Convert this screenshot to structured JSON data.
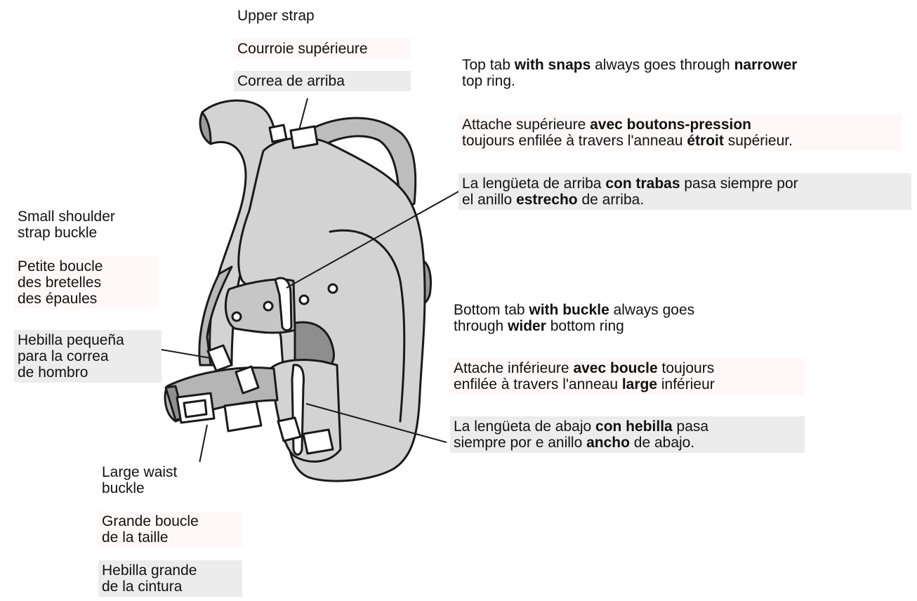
{
  "upper_strap": {
    "en": "Upper strap",
    "fr": "Courroie supérieure",
    "es": "Correa de arriba"
  },
  "top_tab": {
    "en": [
      {
        "t": "Top tab ",
        "b": false
      },
      {
        "t": "with snaps",
        "b": true
      },
      {
        "t": " always goes through ",
        "b": false
      },
      {
        "t": "narrower",
        "b": true
      },
      {
        "t": "\ntop ring.",
        "b": false
      }
    ],
    "fr": [
      {
        "t": "Attache supérieure ",
        "b": false
      },
      {
        "t": "avec boutons-pression",
        "b": true
      },
      {
        "t": "\ntoujours enfilée à travers l'anneau ",
        "b": false
      },
      {
        "t": "étroit",
        "b": true
      },
      {
        "t": " supérieur.",
        "b": false
      }
    ],
    "es": [
      {
        "t": "La lengüeta de arriba ",
        "b": false
      },
      {
        "t": "con trabas",
        "b": true
      },
      {
        "t": " pasa siempre por\nel anillo ",
        "b": false
      },
      {
        "t": "estrecho",
        "b": true
      },
      {
        "t": " de arriba.",
        "b": false
      }
    ]
  },
  "shoulder_buckle": {
    "en": "Small shoulder\nstrap buckle",
    "fr": "Petite boucle\ndes bretelles\ndes épaules",
    "es": "Hebilla pequeña\npara la correa\nde hombro"
  },
  "bottom_tab": {
    "en": [
      {
        "t": "Bottom tab ",
        "b": false
      },
      {
        "t": "with buckle",
        "b": true
      },
      {
        "t": " always goes\nthrough ",
        "b": false
      },
      {
        "t": "wider",
        "b": true
      },
      {
        "t": " bottom ring",
        "b": false
      }
    ],
    "fr": [
      {
        "t": "Attache inférieure ",
        "b": false
      },
      {
        "t": "avec boucle",
        "b": true
      },
      {
        "t": " toujours\nenfilée à travers l'anneau ",
        "b": false
      },
      {
        "t": "large",
        "b": true
      },
      {
        "t": " inférieur",
        "b": false
      }
    ],
    "es": [
      {
        "t": "La lengüeta de abajo ",
        "b": false
      },
      {
        "t": "con hebilla",
        "b": true
      },
      {
        "t": " pasa\nsiempre por e anillo ",
        "b": false
      },
      {
        "t": "ancho",
        "b": true
      },
      {
        "t": " de abajo.",
        "b": false
      }
    ]
  },
  "waist_buckle": {
    "en": "Large waist\nbuckle",
    "fr": "Grande boucle\nde la taille",
    "es": "Hebilla grande\nde la cintura"
  },
  "colors": {
    "fill_main": "#d3d3d3",
    "fill_dark": "#9a9a9a",
    "outline": "#1a1a1a",
    "fr_band": "#fff8f9",
    "es_band": "#ececec"
  }
}
